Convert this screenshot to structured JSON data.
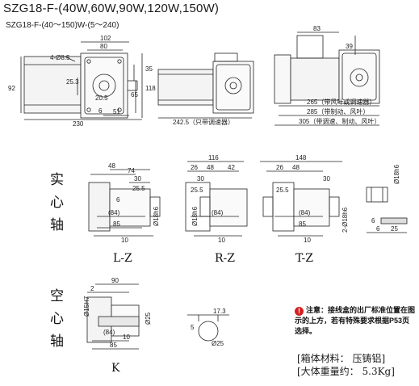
{
  "title": "SZG18-F-(40W,60W,90W,120W,150W)",
  "subtitle": "SZG18-F-(40～150)W-(5～240)",
  "top_view": {
    "left": {
      "d102": "102",
      "d80": "80",
      "holes": "4-Ø8.5",
      "d92": "92",
      "d35": "35",
      "d118": "118",
      "d25_3": "25.3",
      "d65": "65",
      "d20_5": "20.5",
      "d6": "6",
      "d51": "51",
      "d230": "230"
    },
    "middle": {
      "d242_5": "242.5（只带调速器）"
    },
    "right": {
      "d83": "83",
      "d39": "39",
      "d265": "265（带风叶或调速器）",
      "d285": "285（带制动、风叶）",
      "d305": "305（带调速、制动、风叶）"
    }
  },
  "solid_label": [
    "实",
    "心",
    "轴"
  ],
  "hollow_label": [
    "空",
    "心",
    "轴"
  ],
  "lz": {
    "label": "L-Z",
    "d48": "48",
    "d74": "74",
    "d30": "30",
    "d25_5": "25.5",
    "d84": "(84)",
    "d85": "85",
    "d10": "10",
    "d18h6": "Ø18h6",
    "d6": "6"
  },
  "rz": {
    "label": "R-Z",
    "d116": "116",
    "d26": "26",
    "d48": "48",
    "d42": "42",
    "d30": "30",
    "d25_5": "25.5",
    "d84": "(84)",
    "d18h6": "Ø18h6",
    "d10": "10"
  },
  "tz": {
    "label": "T-Z",
    "d148": "148",
    "d26": "26",
    "d48": "48",
    "d30": "30",
    "d25_5": "25.5",
    "d84": "(84)",
    "d85": "85",
    "d18h6": "2-Ø18h6",
    "d10": "10"
  },
  "key": {
    "d18h6": "Ø18h6",
    "d6": "6",
    "d6b": "6",
    "d25": "25"
  },
  "k": {
    "label": "K",
    "d2": "2",
    "d90": "90",
    "d15h7": "Ø15H7",
    "d25": "Ø25",
    "d84": "(84)",
    "d10": "10",
    "d85": "85",
    "d17_3": "17.3",
    "d_hole": "Ø25",
    "d5": "5"
  },
  "notice": {
    "icon": "!",
    "text": "注意：接线盒的出厂标准位置在图示的上方，若有特殊要求根据P53页选择。"
  },
  "material": "[箱体材料：  压铸铝]",
  "weight": "[大体重量约：  5.3Kg]"
}
